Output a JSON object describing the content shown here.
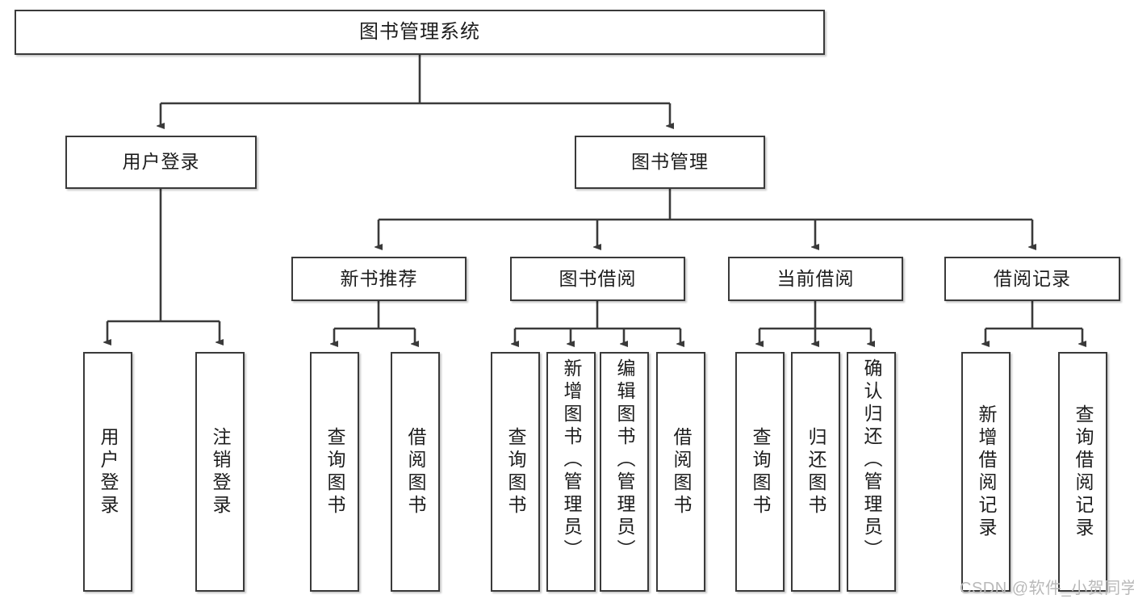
{
  "diagram": {
    "type": "tree",
    "title": "图书管理系统",
    "root": {
      "label": "图书管理系统"
    },
    "level2": [
      {
        "label": "用户登录"
      },
      {
        "label": "图书管理"
      }
    ],
    "level3": [
      {
        "label": "新书推荐"
      },
      {
        "label": "图书借阅"
      },
      {
        "label": "当前借阅"
      },
      {
        "label": "借阅记录"
      }
    ],
    "leaves": {
      "user_login": [
        {
          "label": "用户登录"
        },
        {
          "label": "注销登录"
        }
      ],
      "new_book_recommend": [
        {
          "label": "查询图书"
        },
        {
          "label": "借阅图书"
        }
      ],
      "book_borrow": [
        {
          "label": "查询图书"
        },
        {
          "label": "新增图书（管理员）"
        },
        {
          "label": "编辑图书（管理员）"
        },
        {
          "label": "借阅图书"
        }
      ],
      "current_borrow": [
        {
          "label": "查询图书"
        },
        {
          "label": "归还图书"
        },
        {
          "label": "确认归还（管理员）"
        }
      ],
      "borrow_record": [
        {
          "label": "新增借阅记录"
        },
        {
          "label": "查询借阅记录"
        }
      ]
    }
  },
  "watermark": {
    "text": "CSDN @软件_小贺同学"
  },
  "colors": {
    "border": "#3a3a3a",
    "background": "#ffffff",
    "text": "#1d1d1d",
    "watermark": "#b9b9b9"
  }
}
